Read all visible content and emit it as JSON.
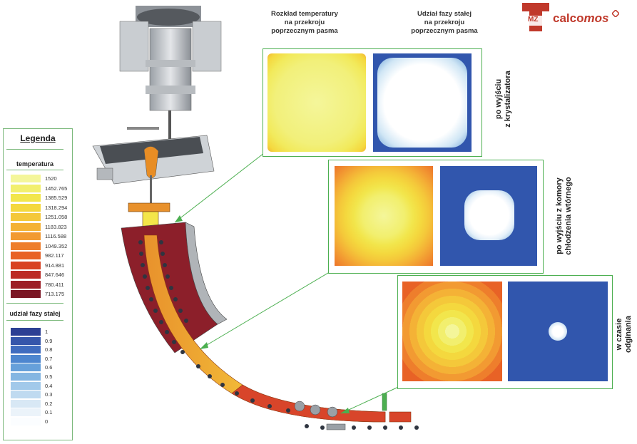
{
  "headers": {
    "temp_distribution": "Rozkład temperatury\nna przekroju\npoprzecznym pasma",
    "solid_fraction": "Udział fazy stałej\nna przekroju\npoprzecznym pasma"
  },
  "logo": {
    "text_plain": "calco",
    "text_italic": "mos",
    "mark_letters": "MZ"
  },
  "panels": [
    {
      "label": "po wyjściu\nz krystalizatora"
    },
    {
      "label": "po wyjściu z komory\nchłodzenia wtórnego"
    },
    {
      "label": "w czasie\nodginania"
    }
  ],
  "legend": {
    "title": "Legenda",
    "temperature": {
      "title": "temperatura",
      "values": [
        "1520",
        "1452.765",
        "1385.529",
        "1318.294",
        "1251.058",
        "1183.823",
        "1116.588",
        "1049.352",
        "982.117",
        "914.881",
        "847.646",
        "780.411",
        "713.175"
      ],
      "colors": [
        "#f4f69a",
        "#f2ef6e",
        "#f2e64c",
        "#f4d83e",
        "#f4c83a",
        "#f4b236",
        "#f29a32",
        "#ee7e2c",
        "#e86226",
        "#d84222",
        "#bc2a24",
        "#9c1e26",
        "#7a1624"
      ]
    },
    "solid_fraction": {
      "title": "udział fazy stałej",
      "values": [
        "1",
        "0.9",
        "0.8",
        "0.7",
        "0.6",
        "0.5",
        "0.4",
        "0.3",
        "0.2",
        "0.1",
        "0"
      ],
      "colors": [
        "#2c3f94",
        "#3556ab",
        "#3f6cbf",
        "#4d86cf",
        "#66a0da",
        "#84b6e2",
        "#a2c9ea",
        "#bfdaf0",
        "#d8e8f5",
        "#ebf3fa",
        "#fbfdff"
      ]
    }
  },
  "colors": {
    "accent_green": "#4caf50",
    "logo_red": "#c0392b"
  }
}
